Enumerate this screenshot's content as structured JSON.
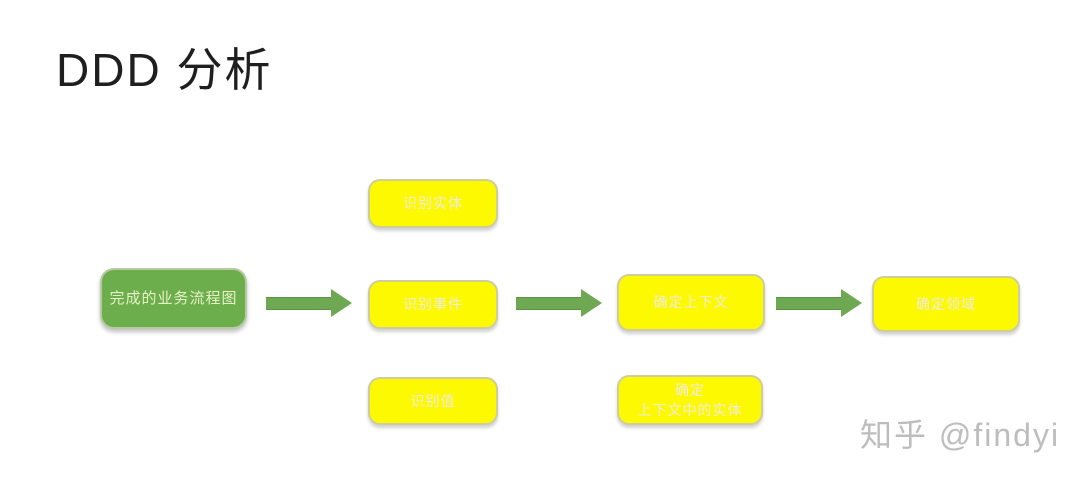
{
  "title": "DDD 分析",
  "watermark": "知乎 @findyi",
  "colors": {
    "background": "#ffffff",
    "title_text": "#1f1f1f",
    "green_node_fill": "#6cad4c",
    "green_node_text": "#e6f2c5",
    "yellow_node_fill": "#fdf900",
    "yellow_node_border": "#cdcd9e",
    "yellow_node_text": "#efece0",
    "arrow_green": "#6fa852",
    "watermark_text": "#bdbdbd"
  },
  "nodes": [
    {
      "id": "completed-business-flowchart",
      "label": "完成的业务流程图",
      "type": "green"
    },
    {
      "id": "identify-entity",
      "label": "识别实体",
      "type": "yellow"
    },
    {
      "id": "identify-event",
      "label": "识别事件",
      "type": "yellow"
    },
    {
      "id": "identify-value",
      "label": "识别值",
      "type": "yellow"
    },
    {
      "id": "determine-context",
      "label": "确定上下文",
      "type": "yellow"
    },
    {
      "id": "determine-context-entities",
      "label_line1": "确定",
      "label_line2": "上下文中的实体",
      "type": "yellow"
    },
    {
      "id": "determine-domain",
      "label": "确定领域",
      "type": "yellow"
    }
  ],
  "connections": [
    {
      "from": "completed-business-flowchart",
      "to": "identify-event"
    },
    {
      "from": "identify-event",
      "to": "determine-context"
    },
    {
      "from": "determine-context",
      "to": "determine-domain"
    }
  ]
}
